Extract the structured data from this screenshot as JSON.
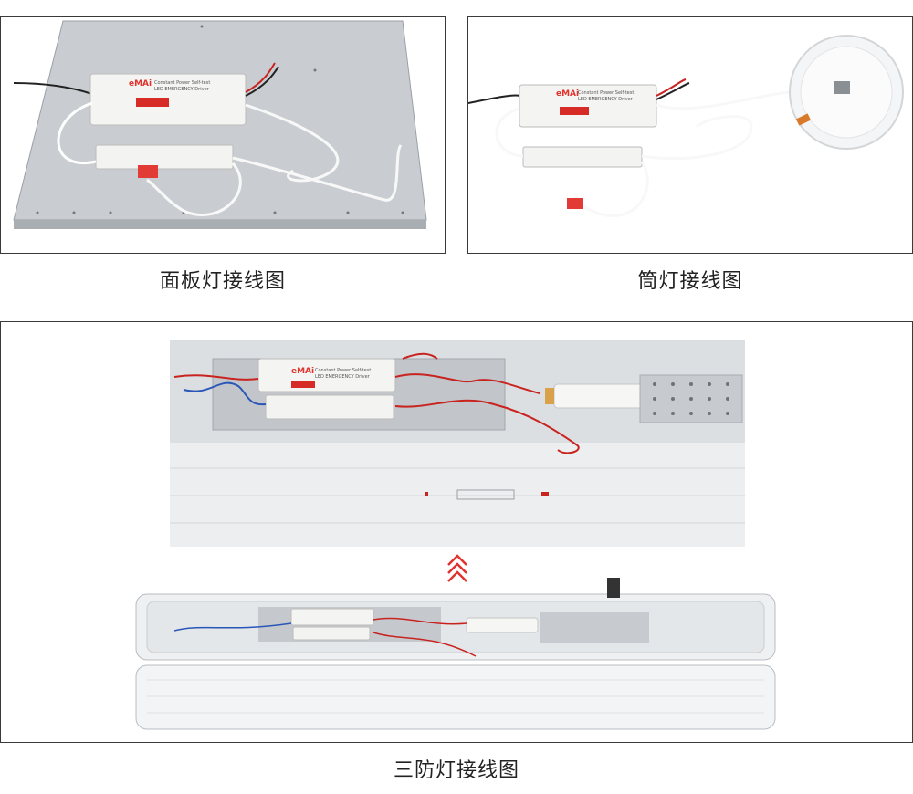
{
  "captions": {
    "panel": "面板灯接线图",
    "downlight": "筒灯接线图",
    "triproof": "三防灯接线图"
  },
  "driver": {
    "brand": "eMAi",
    "line1": "Constant Power Self-test",
    "line2": "LED EMERGENCY Driver"
  },
  "colors": {
    "frame_border": "#3a3a3a",
    "wire_red": "#c8231f",
    "wire_blue": "#2a56b8",
    "arrow": "#e0332e"
  }
}
